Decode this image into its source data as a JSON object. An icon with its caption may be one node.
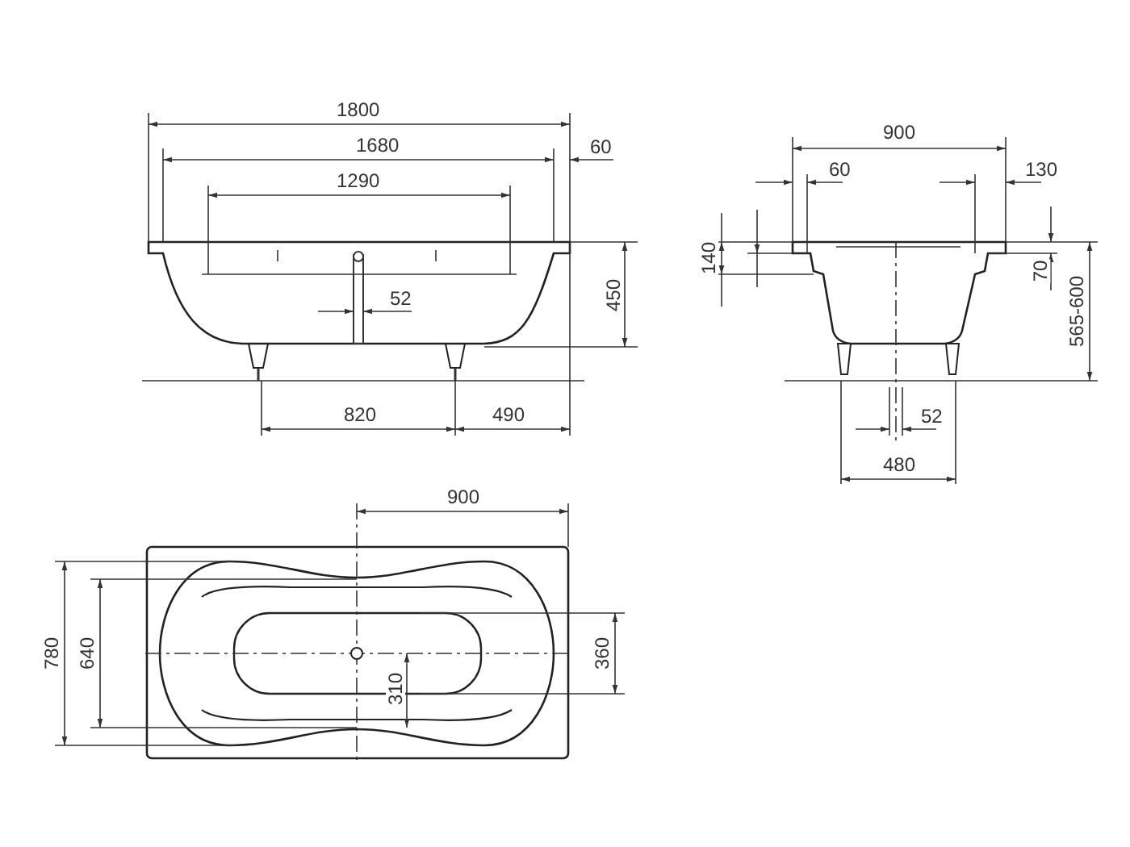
{
  "diagram": {
    "labels": [
      "1800",
      "1680",
      "60",
      "1290",
      "52",
      "450",
      "820",
      "490",
      "900",
      "60",
      "130",
      "140",
      "70",
      "565-600",
      "52",
      "480",
      "900",
      "780",
      "640",
      "310",
      "360"
    ]
  }
}
